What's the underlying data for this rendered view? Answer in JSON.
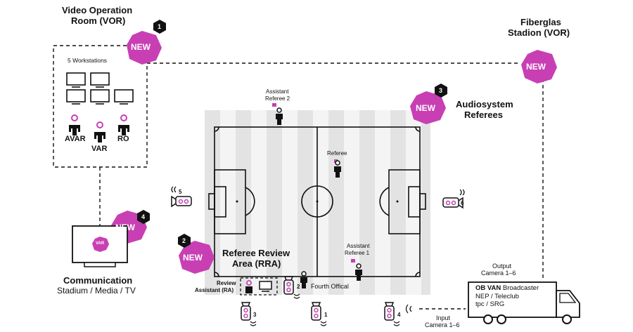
{
  "vor": {
    "title_line1": "Video Operation",
    "title_line2": "Room (VOR)",
    "workstations": "5 Workstations",
    "roles": [
      "AVAR",
      "VAR",
      "RO"
    ]
  },
  "fiberglas": {
    "line1": "Fiberglas",
    "line2": "Stadion (VOR)"
  },
  "audio": {
    "line1": "Audiosystem",
    "line2": "Referees"
  },
  "communication": {
    "title": "Communication",
    "subtitle": "Stadium / Media / TV",
    "screen_label": "VAR"
  },
  "badges": {
    "new": "NEW",
    "n1": "1",
    "n2": "2",
    "n3": "3",
    "n4": "4"
  },
  "pitch": {
    "assistant_referee_2_line1": "Assistant",
    "assistant_referee_2_line2": "Referee 2",
    "referee": "Referee",
    "assistant_referee_1_line1": "Assistant",
    "assistant_referee_1_line2": "Referee 1",
    "fourth_official": "Fourth Offical"
  },
  "rra": {
    "line1": "Referee Review",
    "line2": "Area (RRA)",
    "review_assistant_line1": "Review",
    "review_assistant_line2": "Assistant (RA)"
  },
  "cameras": {
    "c1": "1",
    "c2": "2",
    "c3": "3",
    "c4": "4",
    "c5": "5",
    "c6": "6"
  },
  "ob_van": {
    "title": "OB VAN",
    "line1": "Broadcaster",
    "line2": "NEP / Teleclub",
    "line3": "tpc / SRG",
    "output_line1": "Output",
    "output_line2": "Camera 1–6",
    "input_line1": "Input",
    "input_line2": "Camera 1–6"
  },
  "colors": {
    "magenta": "#c83fb4",
    "pitch_light": "#f4f4f4",
    "pitch_dark": "#e3e3e3"
  }
}
